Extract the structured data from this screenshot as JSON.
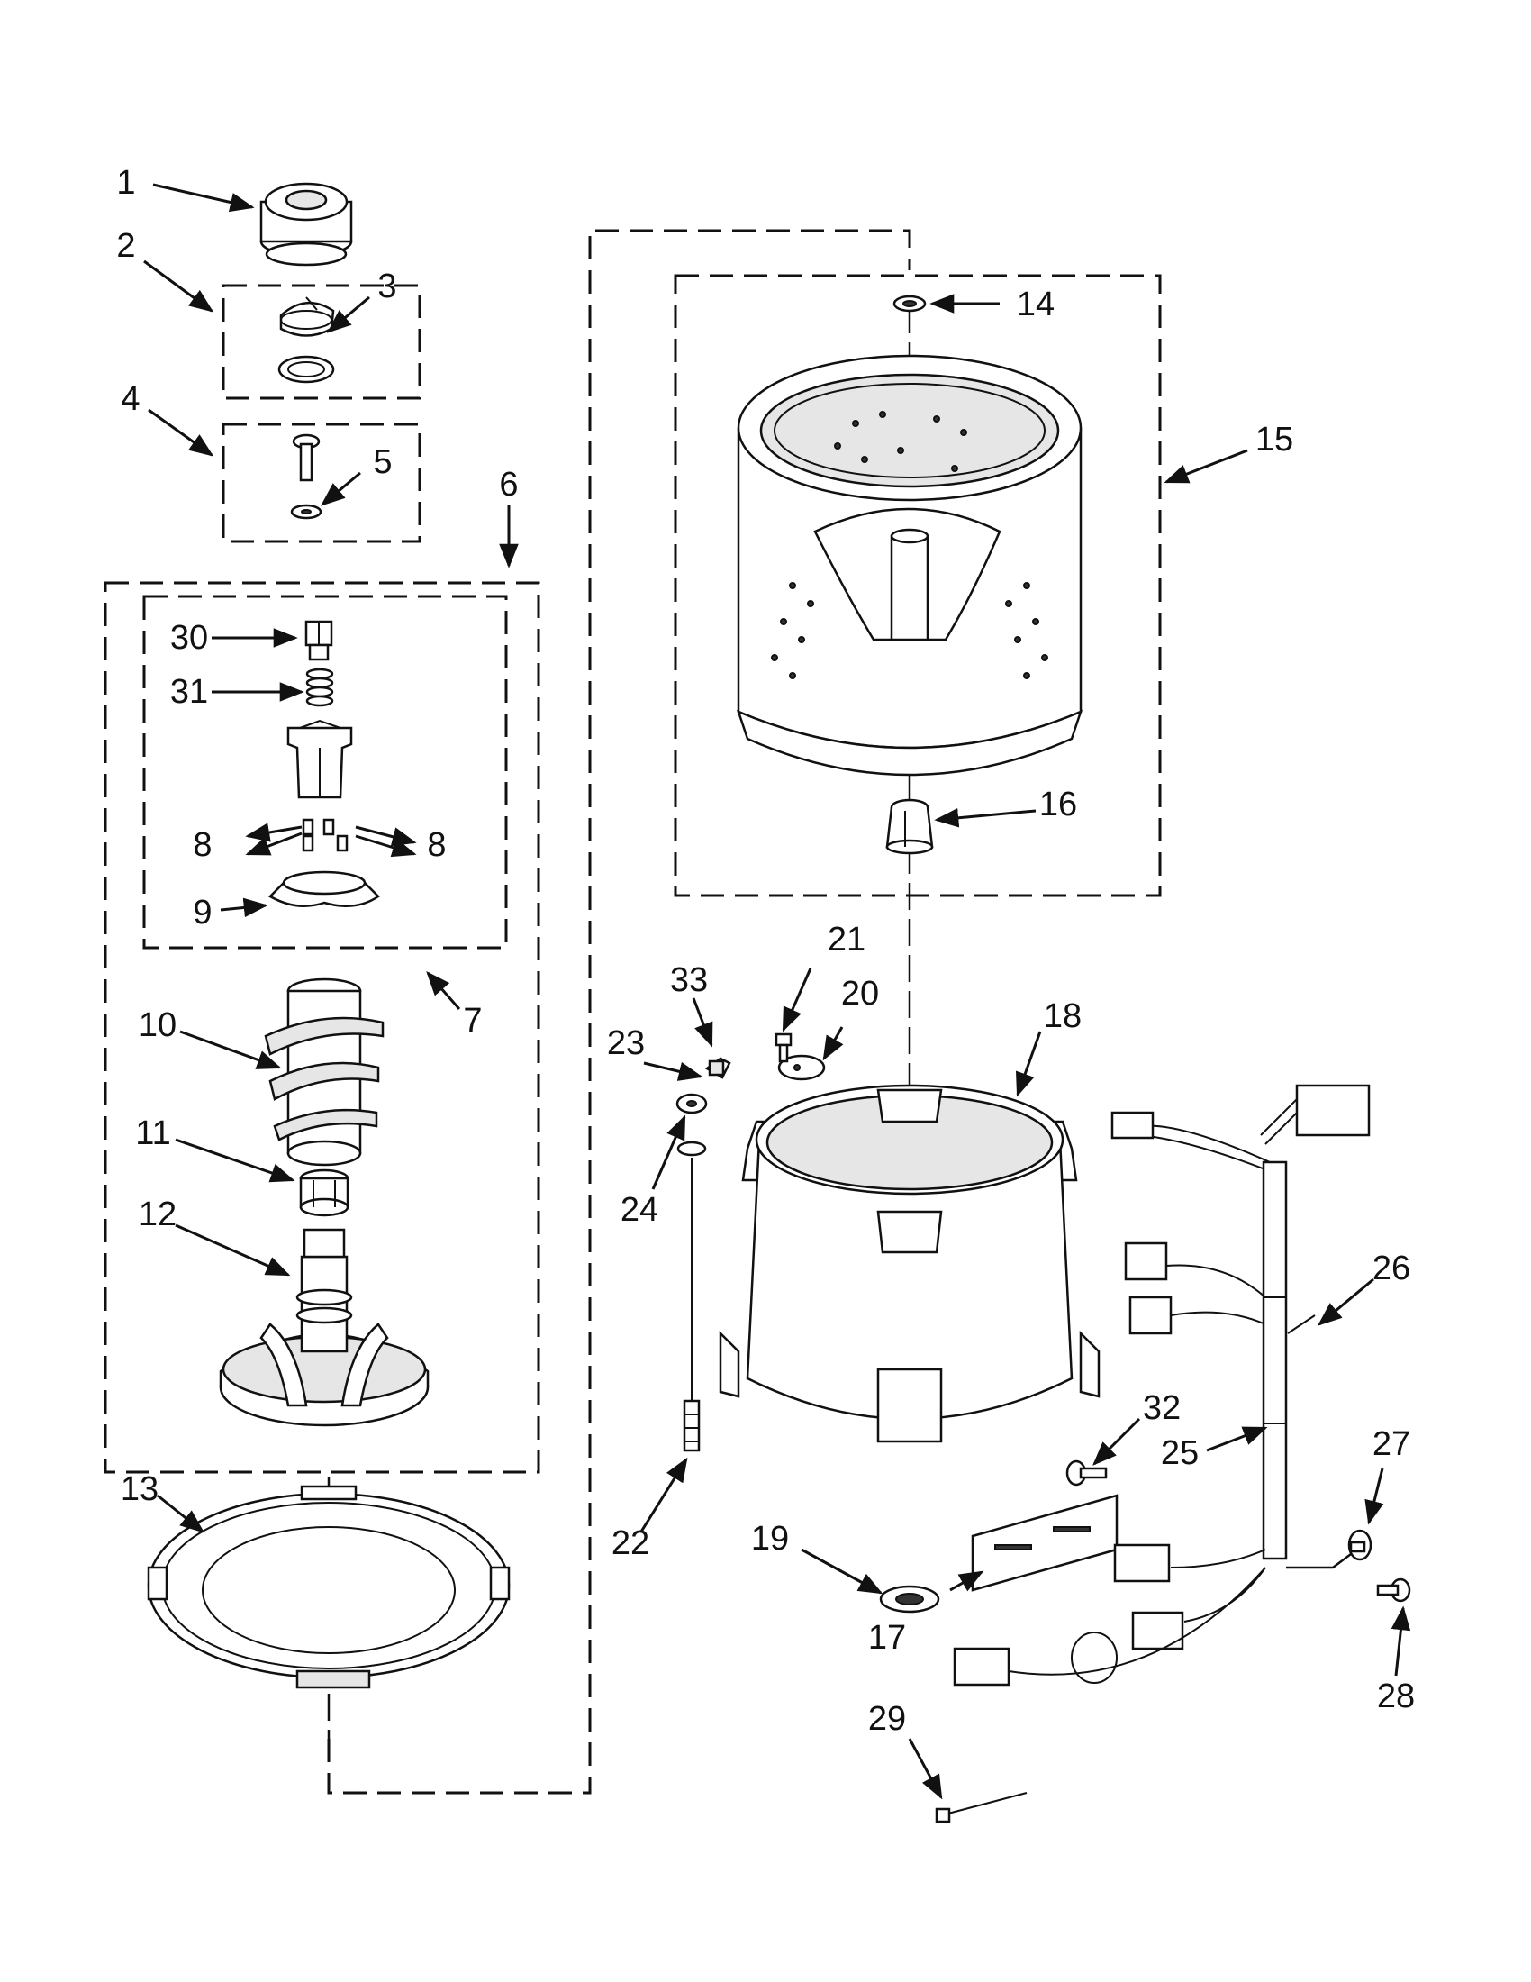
{
  "diagram": {
    "parts": [
      {
        "id": "1",
        "label": "1"
      },
      {
        "id": "2",
        "label": "2"
      },
      {
        "id": "3",
        "label": "3"
      },
      {
        "id": "4",
        "label": "4"
      },
      {
        "id": "5",
        "label": "5"
      },
      {
        "id": "6",
        "label": "6"
      },
      {
        "id": "7",
        "label": "7"
      },
      {
        "id": "8a",
        "label": "8"
      },
      {
        "id": "8b",
        "label": "8"
      },
      {
        "id": "9",
        "label": "9"
      },
      {
        "id": "10",
        "label": "10"
      },
      {
        "id": "11",
        "label": "11"
      },
      {
        "id": "12",
        "label": "12"
      },
      {
        "id": "13",
        "label": "13"
      },
      {
        "id": "14",
        "label": "14"
      },
      {
        "id": "15",
        "label": "15"
      },
      {
        "id": "16",
        "label": "16"
      },
      {
        "id": "17",
        "label": "17"
      },
      {
        "id": "18",
        "label": "18"
      },
      {
        "id": "19",
        "label": "19"
      },
      {
        "id": "20",
        "label": "20"
      },
      {
        "id": "21",
        "label": "21"
      },
      {
        "id": "22",
        "label": "22"
      },
      {
        "id": "23",
        "label": "23"
      },
      {
        "id": "24",
        "label": "24"
      },
      {
        "id": "25",
        "label": "25"
      },
      {
        "id": "26",
        "label": "26"
      },
      {
        "id": "27",
        "label": "27"
      },
      {
        "id": "28",
        "label": "28"
      },
      {
        "id": "29",
        "label": "29"
      },
      {
        "id": "30",
        "label": "30"
      },
      {
        "id": "31",
        "label": "31"
      },
      {
        "id": "32",
        "label": "32"
      },
      {
        "id": "33",
        "label": "33"
      }
    ]
  }
}
